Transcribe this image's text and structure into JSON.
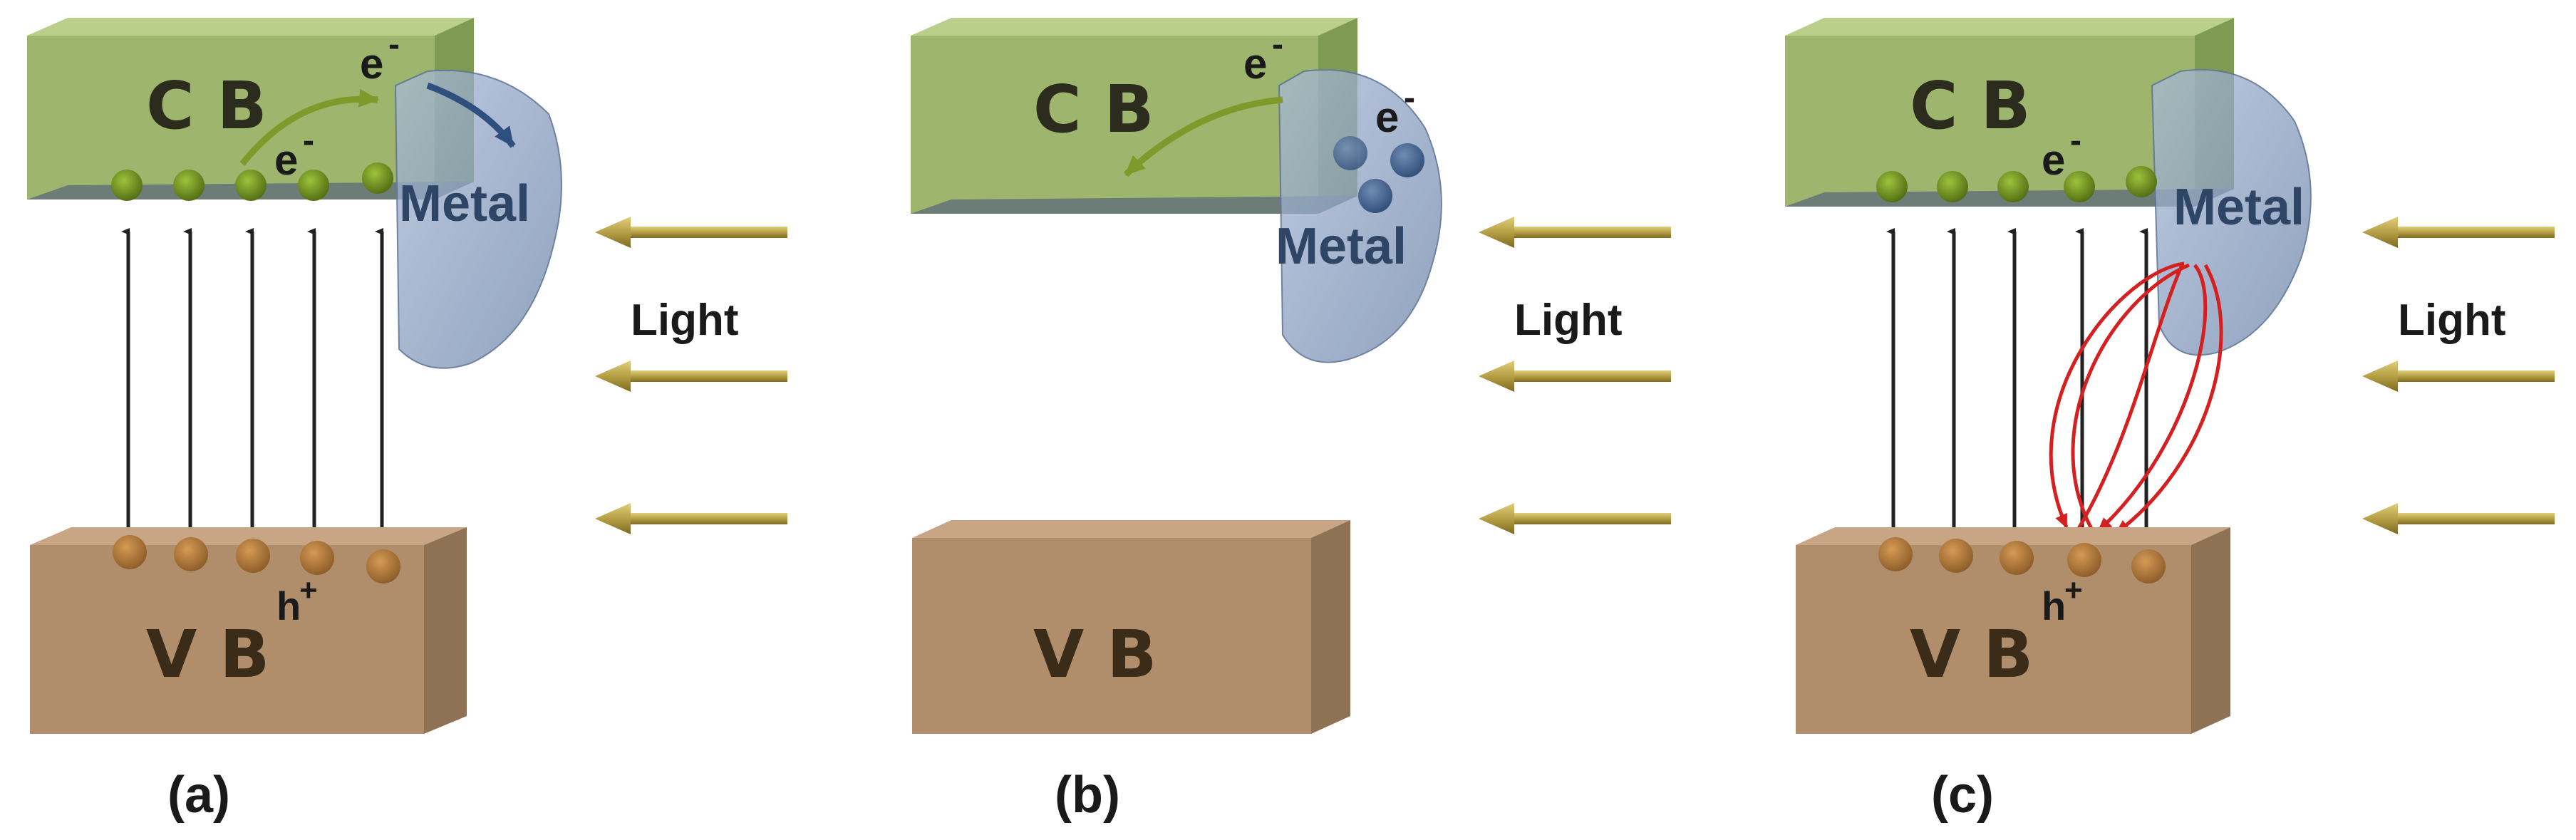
{
  "panels": [
    {
      "id": "a",
      "caption": "(a)",
      "cb_label": "C B",
      "vb_label": "V B",
      "metal_label": "Metal",
      "light_label": "Light",
      "electron_labels": [
        "e",
        "e"
      ],
      "hole_label": "h",
      "charge_minus": "-",
      "charge_plus": "+"
    },
    {
      "id": "b",
      "caption": "(b)",
      "cb_label": "C B",
      "vb_label": "V B",
      "metal_label": "Metal",
      "light_label": "Light",
      "electron_labels": [
        "e",
        "e"
      ],
      "charge_minus": "-"
    },
    {
      "id": "c",
      "caption": "(c)",
      "cb_label": "C B",
      "vb_label": "V B",
      "metal_label": "Metal",
      "light_label": "Light",
      "electron_labels": [
        "e"
      ],
      "hole_label": "h",
      "charge_minus": "-",
      "charge_plus": "+"
    }
  ],
  "colors": {
    "cb_front": "#9db56c",
    "cb_top": "#b9cf8a",
    "cb_bottom": "#6c7d78",
    "vb_front": "#b08e6c",
    "vb_top": "#c7a585",
    "vb_side": "#8f7153",
    "metal": "#8ea4c6",
    "electron": "#6e8f22",
    "hole": "#b07a3e",
    "light_arrow": "#b7a24a",
    "loop": "#d42020",
    "text": "#1a1a1a",
    "band_text": "#2c2c1e"
  }
}
